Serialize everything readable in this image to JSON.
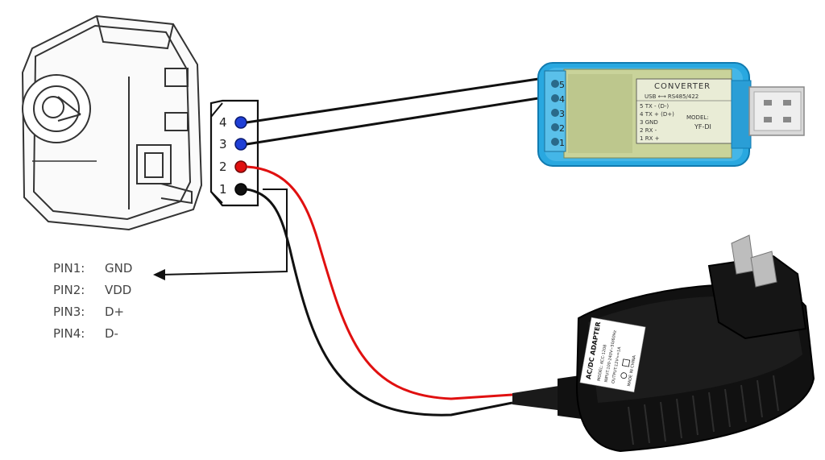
{
  "connector": {
    "pins": [
      {
        "number": "4",
        "color": "#1f3fd6"
      },
      {
        "number": "3",
        "color": "#1f3fd6"
      },
      {
        "number": "2",
        "color": "#e01010"
      },
      {
        "number": "1",
        "color": "#111111"
      }
    ]
  },
  "pin_legend": [
    {
      "pin": "PIN1:",
      "signal": "GND"
    },
    {
      "pin": "PIN2:",
      "signal": "VDD"
    },
    {
      "pin": "PIN3:",
      "signal": "D+"
    },
    {
      "pin": "PIN4:",
      "signal": "D-"
    }
  ],
  "converter": {
    "title": "CONVERTER",
    "interface": "USB ⟷ RS485/422",
    "pins": [
      "5",
      "4",
      "3",
      "2",
      "1"
    ],
    "pin_labels": [
      {
        "num": "5",
        "text": "TX - (D-)"
      },
      {
        "num": "4",
        "text": "TX + (D+)"
      },
      {
        "num": "3",
        "text": "GND"
      },
      {
        "num": "2",
        "text": "RX -"
      },
      {
        "num": "1",
        "text": "RX +"
      }
    ],
    "model_label": "MODEL:",
    "model": "YF-DI",
    "body_color": "#29a8e0"
  },
  "adapter": {
    "title": "AC/DC ADAPTER",
    "model_line": "MODEL: KCC-1208",
    "input_line": "INPUT:100-240V~50/60Hz",
    "output_line": "OUTPUT:12V==1A",
    "made_in": "MADE IN CHINA"
  },
  "wire_colors": {
    "data": "#111111",
    "power": "#e01010",
    "ground": "#111111"
  }
}
